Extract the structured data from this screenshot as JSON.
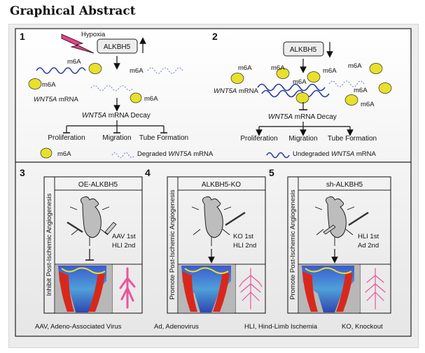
{
  "title": "Graphical Abstract",
  "panel1": {
    "number": "1",
    "hypoxia": "Hypoxia",
    "alkbh5": "ALKBH5",
    "m6a_1": "m6A",
    "m6a_2": "m6A",
    "m6a_3": "m6A",
    "m6a_4": "m6A",
    "mrna_gene": "WNT5A",
    "mrna_word": " mRNA",
    "decay_gene": "WNT5A",
    "decay_word": " mRNA Decay",
    "proliferation": "Proliferation",
    "migration": "Migration",
    "tube": "Tube Formation"
  },
  "panel2": {
    "number": "2",
    "alkbh5": "ALKBH5",
    "m6a_labels": [
      "m6A",
      "m6A",
      "m6A",
      "m6A",
      "m6A",
      "m6A",
      "m6A"
    ],
    "mrna_gene": "WNT5A",
    "mrna_word": " mRNA",
    "decay_gene": "WNT5A",
    "decay_word": " mRNA Decay",
    "proliferation": "Proliferation",
    "migration": "Migration",
    "tube": "Tube Formation"
  },
  "legend": {
    "m6a": "m6A",
    "degraded_pre": "Degraded ",
    "degraded_gene": "WNT5A",
    "degraded_post": " mRNA",
    "undegraded_pre": "Undegraded ",
    "undegraded_gene": "WNT5A",
    "undegraded_post": " mRNA"
  },
  "panel3": {
    "number": "3",
    "header": "OE-ALKBH5",
    "side": "Inhibit Post-Ischemic Angiogenesis",
    "step1": "AAV 1st",
    "step2": "HLI 2nd"
  },
  "panel4": {
    "number": "4",
    "header": "ALKBH5-KO",
    "side": "Promote Post-Ischemic Angiogenesis",
    "step1": "KO 1st",
    "step2": "HLI 2nd"
  },
  "panel5": {
    "number": "5",
    "header": "sh-ALKBH5",
    "side": "Promote Post-Ischemic Angiogenesis",
    "step1": "HLI 1st",
    "step2": "Ad 2nd"
  },
  "footnotes": [
    "AAV, Adeno-Associated Virus",
    "Ad, Adenovirus",
    "HLI, Hind-Limb Ischemia",
    "KO, Knockout"
  ],
  "colors": {
    "m6a_fill": "#e8e02a",
    "mrna_blue": "#2a3f9e",
    "hypoxia_pink": "#e8408a",
    "vessel_pink": "#e8559b",
    "doppler_red": "#d8281c",
    "doppler_blue": "#1e3fa8"
  }
}
